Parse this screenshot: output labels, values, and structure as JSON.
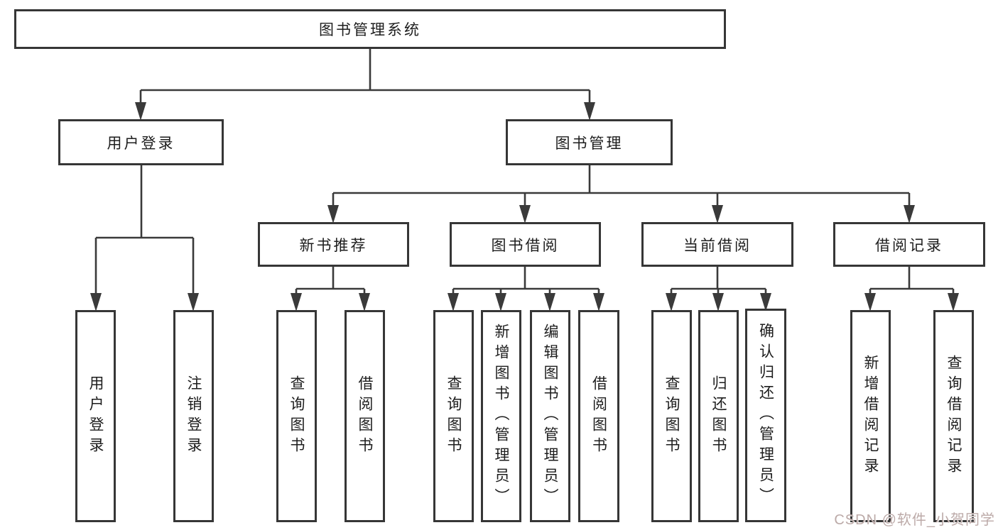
{
  "diagram_title": "图书管理系统",
  "tree": {
    "root": {
      "label": "图书管理系统"
    },
    "branches": [
      {
        "label": "用户登录",
        "children": [
          {
            "label": "用户登录"
          },
          {
            "label": "注销登录"
          }
        ]
      },
      {
        "label": "图书管理",
        "children": [
          {
            "label": "新书推荐",
            "children": [
              {
                "label": "查询图书"
              },
              {
                "label": "借阅图书"
              }
            ]
          },
          {
            "label": "图书借阅",
            "children": [
              {
                "label": "查询图书"
              },
              {
                "label": "新增图书（管理员）"
              },
              {
                "label": "编辑图书（管理员）"
              },
              {
                "label": "借阅图书"
              }
            ]
          },
          {
            "label": "当前借阅",
            "children": [
              {
                "label": "查询图书"
              },
              {
                "label": "归还图书"
              },
              {
                "label": "确认归还（管理员）"
              }
            ]
          },
          {
            "label": "借阅记录",
            "children": [
              {
                "label": "新增借阅记录"
              },
              {
                "label": "查询借阅记录"
              }
            ]
          }
        ]
      }
    ]
  },
  "watermark": {
    "text": "CSDN @软件_小贺同学"
  },
  "colors": {
    "line": "#3a3a3a",
    "box_border": "#363636",
    "box_background": "#ffffff",
    "text": "#1d1d1d",
    "watermark": "#bcaaa8"
  }
}
